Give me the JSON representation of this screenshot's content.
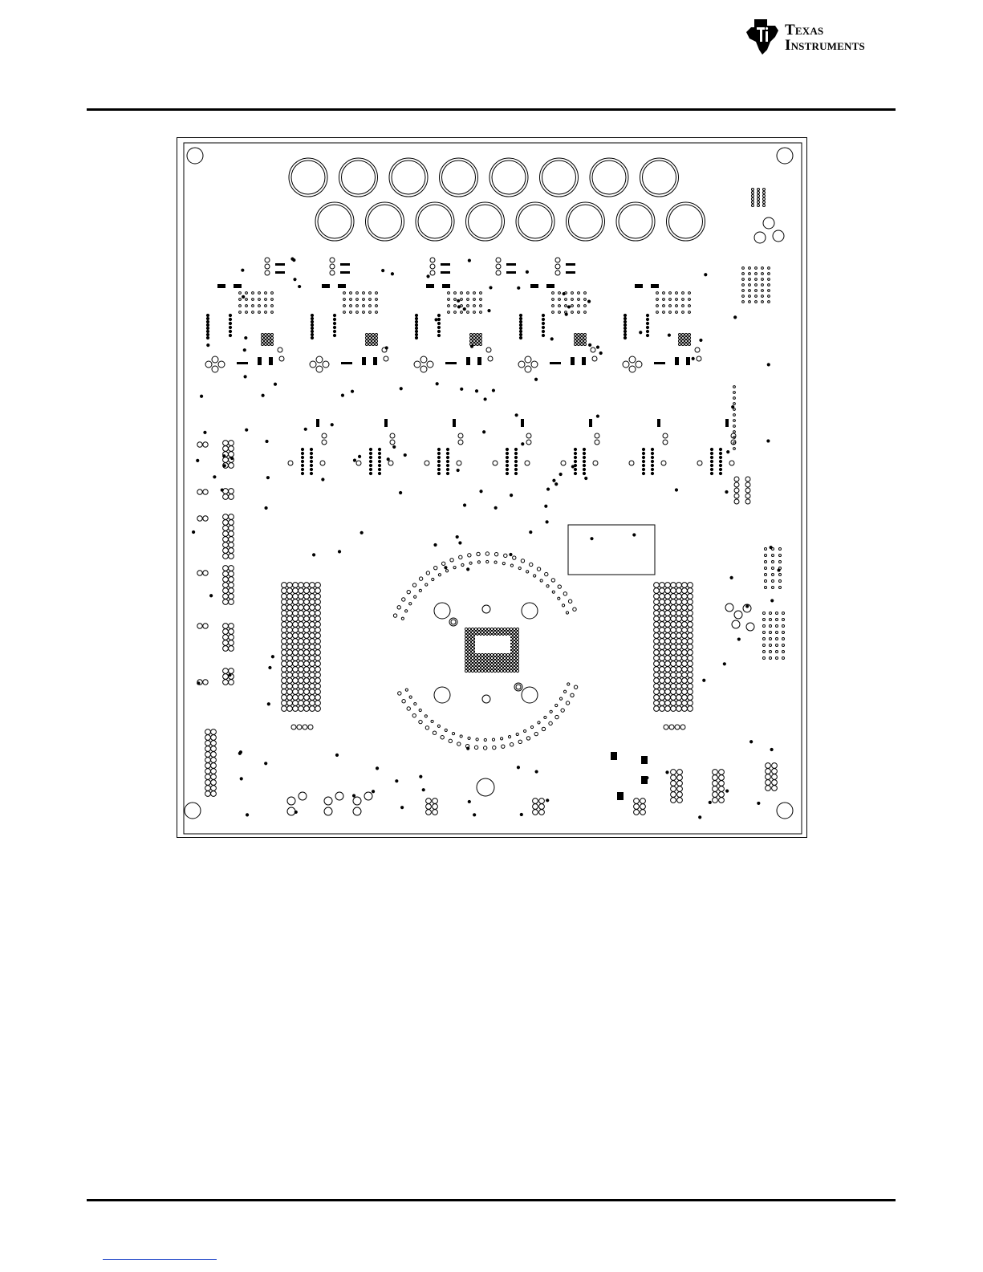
{
  "header": {
    "logo_line1": "Texas",
    "logo_line2": "Instruments",
    "logo_icon": "ti-state-logo-icon"
  },
  "figure": {
    "kind": "pcb-layer-drawing",
    "colors": {
      "ink": "#000000",
      "paper": "#ffffff",
      "link": "#3355cc"
    }
  }
}
